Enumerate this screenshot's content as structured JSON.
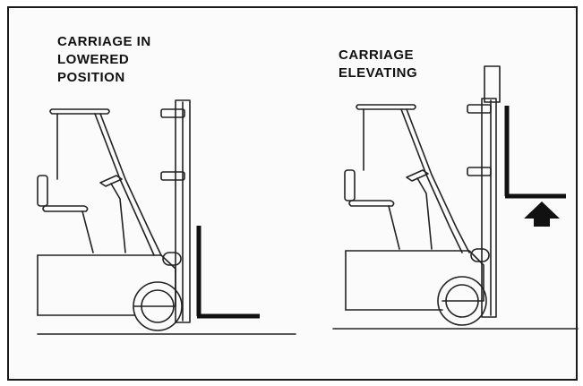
{
  "captions": {
    "left": {
      "line1": "CARRIAGE IN",
      "line2": "LOWERED",
      "line3": "POSITION"
    },
    "right": {
      "line1": "CARRIAGE",
      "line2": "ELEVATING"
    }
  },
  "icons": {
    "up_arrow": "up-arrow-icon"
  },
  "colors": {
    "line": "#222222",
    "fork": "#111111",
    "background": "#ffffff"
  }
}
